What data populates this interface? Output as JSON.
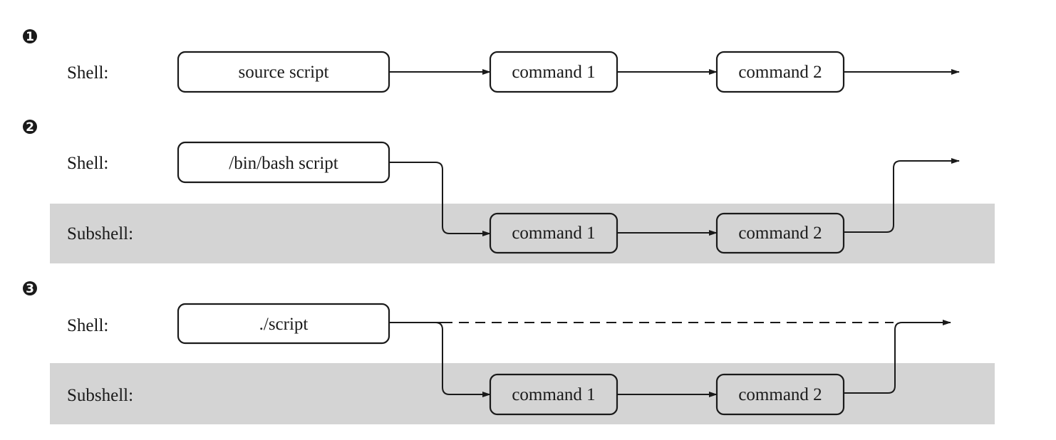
{
  "colors": {
    "band": "#d4d4d4",
    "box_fill": "#ffffff",
    "sub_box_fill": "#d4d4d4",
    "ink": "#1a1a1a"
  },
  "scenarios": [
    {
      "marker": "1",
      "shell_label": "Shell:",
      "shell_box": "source script",
      "subshell_label": null,
      "commands": [
        "command 1",
        "command 2"
      ]
    },
    {
      "marker": "2",
      "shell_label": "Shell:",
      "shell_box": "/bin/bash script",
      "subshell_label": "Subshell:",
      "commands": [
        "command 1",
        "command 2"
      ]
    },
    {
      "marker": "3",
      "shell_label": "Shell:",
      "shell_box": "./script",
      "subshell_label": "Subshell:",
      "commands": [
        "command 1",
        "command 2"
      ]
    }
  ]
}
